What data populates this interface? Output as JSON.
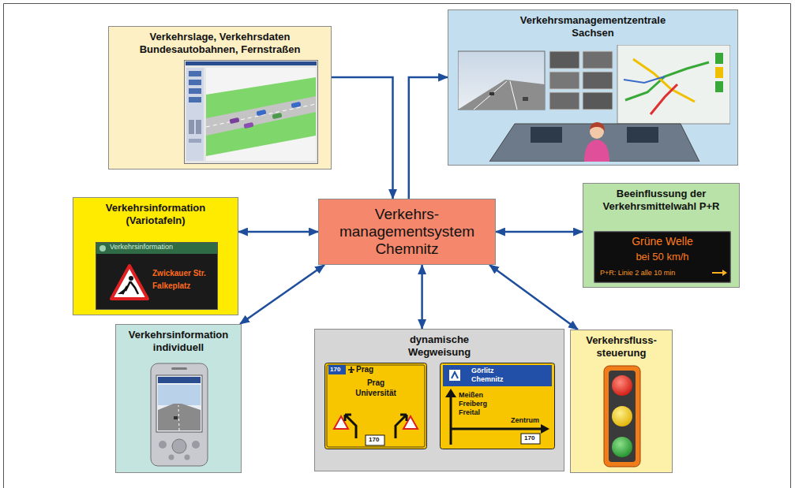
{
  "diagram": {
    "nodes": [
      {
        "text": [
          "Verkehrslage, Verkehrsdaten Bundesautobahnen, Fernstraßen"
        ]
      },
      {
        "text": [
          "Verkehrsmanagementzentrale Sachsen"
        ]
      },
      {
        "text": [
          "Verkehrsinformation (Variotafeln)"
        ]
      },
      {
        "text": [
          "Verkehrs- managementsystem Chemnitz"
        ]
      },
      {
        "text": [
          "Beeinflussung der Verkehrsmittelwahl P+R"
        ]
      },
      {
        "text": [
          "Verkehrsinformation individuell"
        ]
      },
      {
        "text": [
          "dynamische Wegweisung"
        ]
      },
      {
        "text": [
          "Verkehrsfluss- steuerung"
        ]
      }
    ],
    "edges": [
      {
        "from": 0,
        "to": 3,
        "arrow": "to"
      },
      {
        "from": 3,
        "to": 1,
        "arrow": "to"
      },
      {
        "from": 2,
        "to": 3,
        "arrow": "both"
      },
      {
        "from": 3,
        "to": 4,
        "arrow": "both"
      },
      {
        "from": 3,
        "to": 5,
        "arrow": "both"
      },
      {
        "from": 3,
        "to": 6,
        "arrow": "both"
      },
      {
        "from": 3,
        "to": 7,
        "arrow": "both"
      }
    ],
    "labels": [
      "Verkehrsinformation",
      "Zwickauer Str.",
      "Falkeplatz",
      "Grüne Welle",
      "bei 50 km/h",
      "P+R: Linie 2 alle 10 min",
      "170",
      "Prag",
      "Prag",
      "Universität",
      "170",
      "Görlitz",
      "Chemnitz",
      "Meißen",
      "Freiberg",
      "Freital",
      "Zentrum",
      "170"
    ]
  }
}
